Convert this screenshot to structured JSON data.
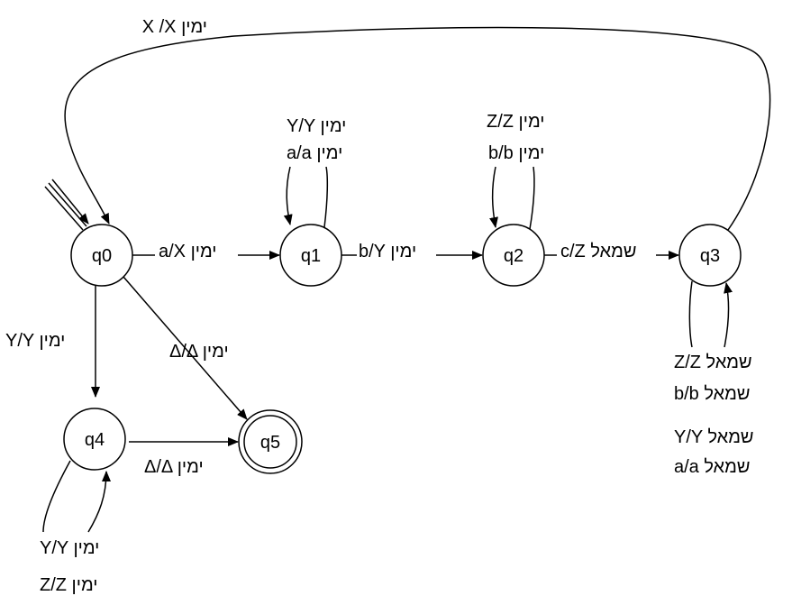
{
  "states": {
    "q0": "q0",
    "q1": "q1",
    "q2": "q2",
    "q3": "q3",
    "q4": "q4",
    "q5": "q5"
  },
  "transitions": {
    "q3_q0": "X /X ימין",
    "q0_q1": "a/X ימין",
    "q1_q2": "b/Y ימין",
    "q2_q3": "c/Z שמאל",
    "q1_loop": [
      "Y/Y ימין",
      "a/a ימין"
    ],
    "q2_loop": [
      "Z/Z ימין",
      "b/b ימין"
    ],
    "q3_loop": [
      "Z/Z שמאל",
      "b/b שמאל",
      "Y/Y שמאל",
      "a/a שמאל"
    ],
    "q0_q4": "Y/Y ימין",
    "q0_q5": "Δ/Δ ימין",
    "q4_q5": "Δ/Δ ימין",
    "q4_loop": [
      "Y/Y ימין",
      "Z/Z ימין"
    ]
  }
}
